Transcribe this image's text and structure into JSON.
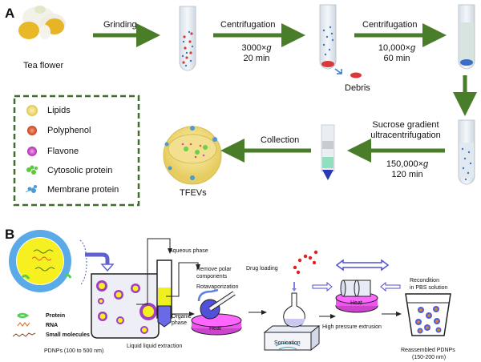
{
  "panel_a": {
    "letter": "A",
    "tea_flower_label": "Tea flower",
    "steps": [
      {
        "label": "Grinding"
      },
      {
        "label": "Centrifugation",
        "speed": "3000×",
        "g": "g",
        "time": "20 min"
      },
      {
        "label": "Centrifugation",
        "speed": "10,000×",
        "g": "g",
        "time": "60 min"
      },
      {
        "label_line1": "Sucrose gradient",
        "label_line2": "ultracentrifugation",
        "speed": "150,000×",
        "g": "g",
        "time": "120 min"
      },
      {
        "label": "Collection"
      }
    ],
    "debris_label": "Debris",
    "product_label": "TFEVs",
    "legend": [
      {
        "label": "Lipids",
        "icon": "lipid-icon",
        "color": "#f0dc78"
      },
      {
        "label": "Polyphenol",
        "icon": "polyphenol-icon",
        "color": "#e0603a"
      },
      {
        "label": "Flavone",
        "icon": "flavone-icon",
        "color": "#d050c8"
      },
      {
        "label": "Cytosolic protein",
        "icon": "cytosolic-protein-icon",
        "color": "#5cc83c"
      },
      {
        "label": "Membrane protein",
        "icon": "membrane-protein-icon",
        "color": "#4a9ad8"
      }
    ],
    "colors": {
      "arrow": "#4a7d2a",
      "legend_border": "#3e6e2a"
    }
  },
  "panel_b": {
    "letter": "B",
    "legend": [
      {
        "label": "Protein",
        "icon": "protein-icon"
      },
      {
        "label": "RNA",
        "icon": "rna-icon"
      },
      {
        "label": "Small molecules",
        "icon": "small-molecule-icon"
      }
    ],
    "pdnps_label": "PDNPs (100 to 500 nm)",
    "extraction_label": "Liquid liquid extraction",
    "aqueous_label": "Aqueous phase",
    "organic_label_1": "Organic",
    "organic_label_2": "phase",
    "remove_label_1": "Remove polar",
    "remove_label_2": "components",
    "rotavap_label": "Rotavaporization",
    "heat_label": "Heat",
    "drug_loading_label": "Drug loading",
    "sonication_label": "Sonication",
    "extrusion_label": "High pressure extrusion",
    "heat_label_2": "Heat",
    "recondition_1": "Recondition",
    "recondition_2": "in PBS solution",
    "reassembled_1": "Reassembled PDNPs",
    "reassembled_2": "(150-200 nm)"
  }
}
